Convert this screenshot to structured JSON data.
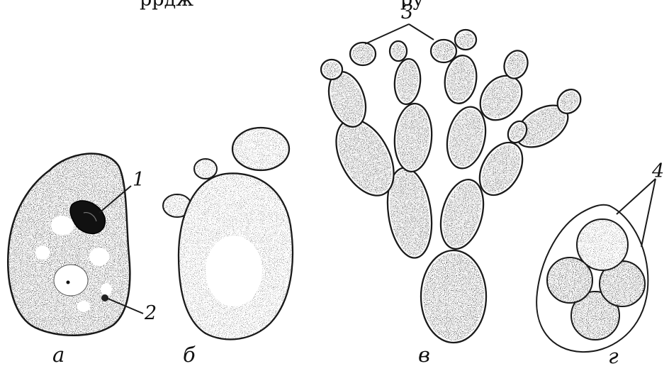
{
  "figure": {
    "caption_fragment": "ррдж                                  ру",
    "numbers": {
      "n1": "1",
      "n2": "2",
      "n3": "3",
      "n4": "4"
    },
    "panels": {
      "a": "а",
      "b": "б",
      "v": "в",
      "g": "г"
    }
  },
  "colors": {
    "ink": "#1a1a1a",
    "stipple": "#2b2b2b",
    "paper": "#ffffff"
  }
}
